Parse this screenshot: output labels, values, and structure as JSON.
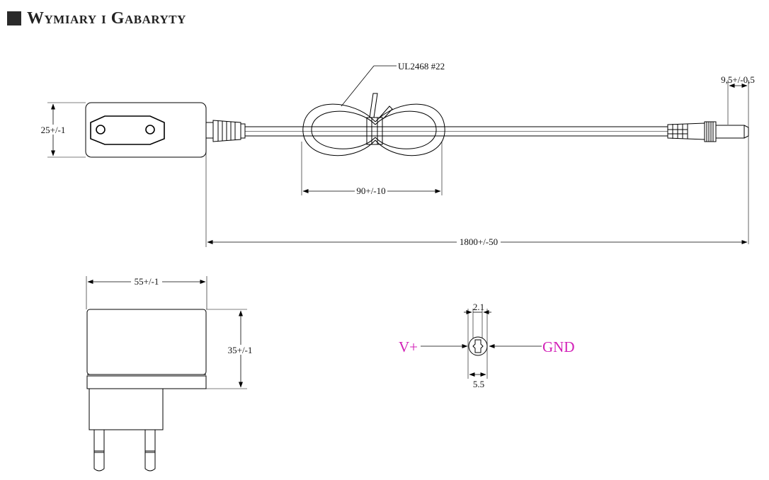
{
  "header": {
    "title": "Wymiary i Gabaryty"
  },
  "labels": {
    "cable_type": "UL2468 #22",
    "plug_length": "9,5+/-0,5",
    "adapter_height_side": "25+/-1",
    "loop_width": "90+/-10",
    "cable_length": "1800+/-50",
    "adapter_width": "55+/-1",
    "adapter_height_front": "35+/-1",
    "pin_inner": "2.1",
    "pin_outer": "5.5",
    "polarity_positive": "V+",
    "polarity_ground": "GND"
  },
  "colors": {
    "polarity_text": "#d21fb7"
  }
}
